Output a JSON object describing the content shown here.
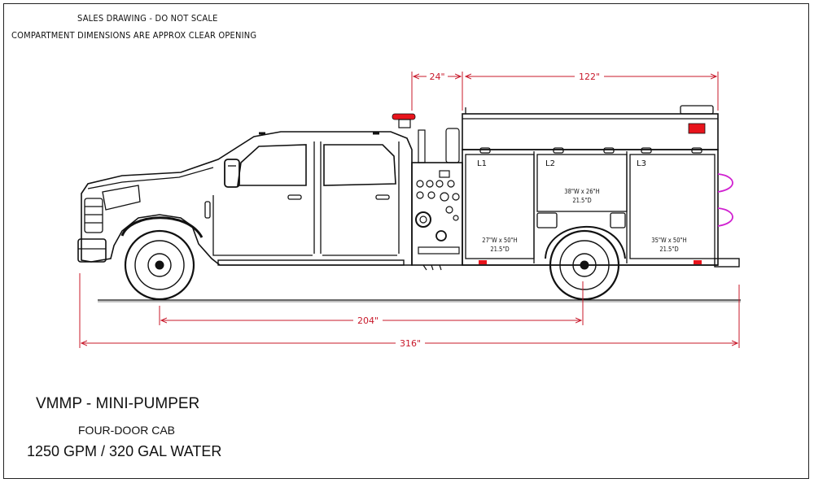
{
  "notes": {
    "line1": "SALES DRAWING - DO NOT SCALE",
    "line2": "COMPARTMENT DIMENSIONS ARE APPROX CLEAR OPENING"
  },
  "dimensions": {
    "cab_gap": "24\"",
    "body_length": "122\"",
    "wheelbase": "204\"",
    "overall_length": "316\""
  },
  "compartments": [
    {
      "label": "L1",
      "width_height": "27\"W x 50\"H",
      "depth": "21.5\"D"
    },
    {
      "label": "L2",
      "width_height": "38\"W x 26\"H",
      "depth": "21.5\"D"
    },
    {
      "label": "L3",
      "width_height": "35\"W x 50\"H",
      "depth": "21.5\"D"
    }
  ],
  "title_block": {
    "model": "VMMP - MINI-PUMPER",
    "cab": "FOUR-DOOR CAB",
    "specs": "1250 GPM / 320 GAL WATER"
  },
  "colors": {
    "dimension": "#c8182a",
    "line": "#111111",
    "warning_light": "#e8141c",
    "hose_reel": "#d020d0"
  }
}
